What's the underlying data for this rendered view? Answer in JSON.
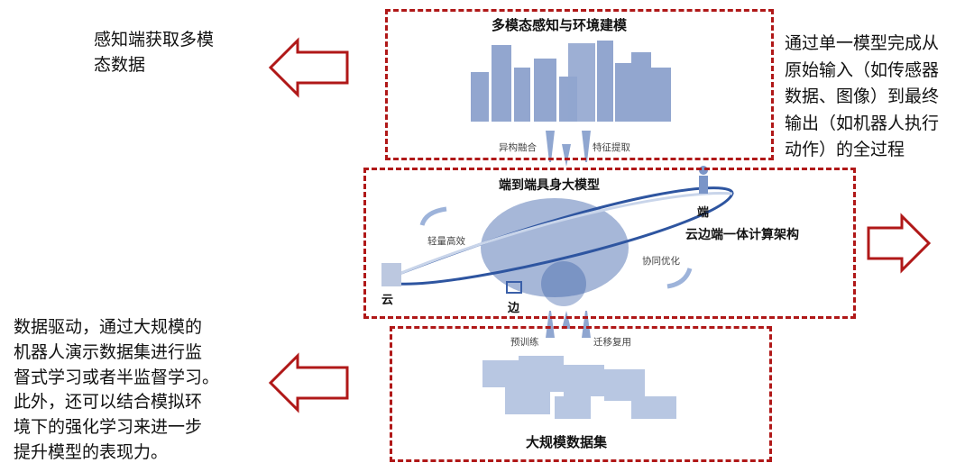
{
  "left_top_text": "感知端获取多模\n态数据",
  "right_top_text": "通过单一模型完成从\n原始输入（如传感器\n数据、图像）到最终\n输出（如机器人执行\n动作）的全过程",
  "left_bottom_text": "数据驱动，通过大规模的\n机器人演示数据集进行监\n督式学习或者半监督学习。\n此外，还可以结合模拟环\n境下的强化学习来进一步\n提升模型的表现力。",
  "top_box": {
    "title": "多模态感知与环境建模",
    "left_label": "异构融合",
    "right_label": "特征提取"
  },
  "middle_box": {
    "title": "端到端具身大模型",
    "arch_label": "云边端一体计算架构",
    "light_label": "轻量高效",
    "collab_label": "协同优化",
    "cloud": "云",
    "edge": "边",
    "end": "端"
  },
  "bottom_box": {
    "title": "大规模数据集",
    "left_label": "预训练",
    "right_label": "迁移复用"
  },
  "colors": {
    "accent": "#b01818",
    "blue": "#3a5fa8"
  }
}
